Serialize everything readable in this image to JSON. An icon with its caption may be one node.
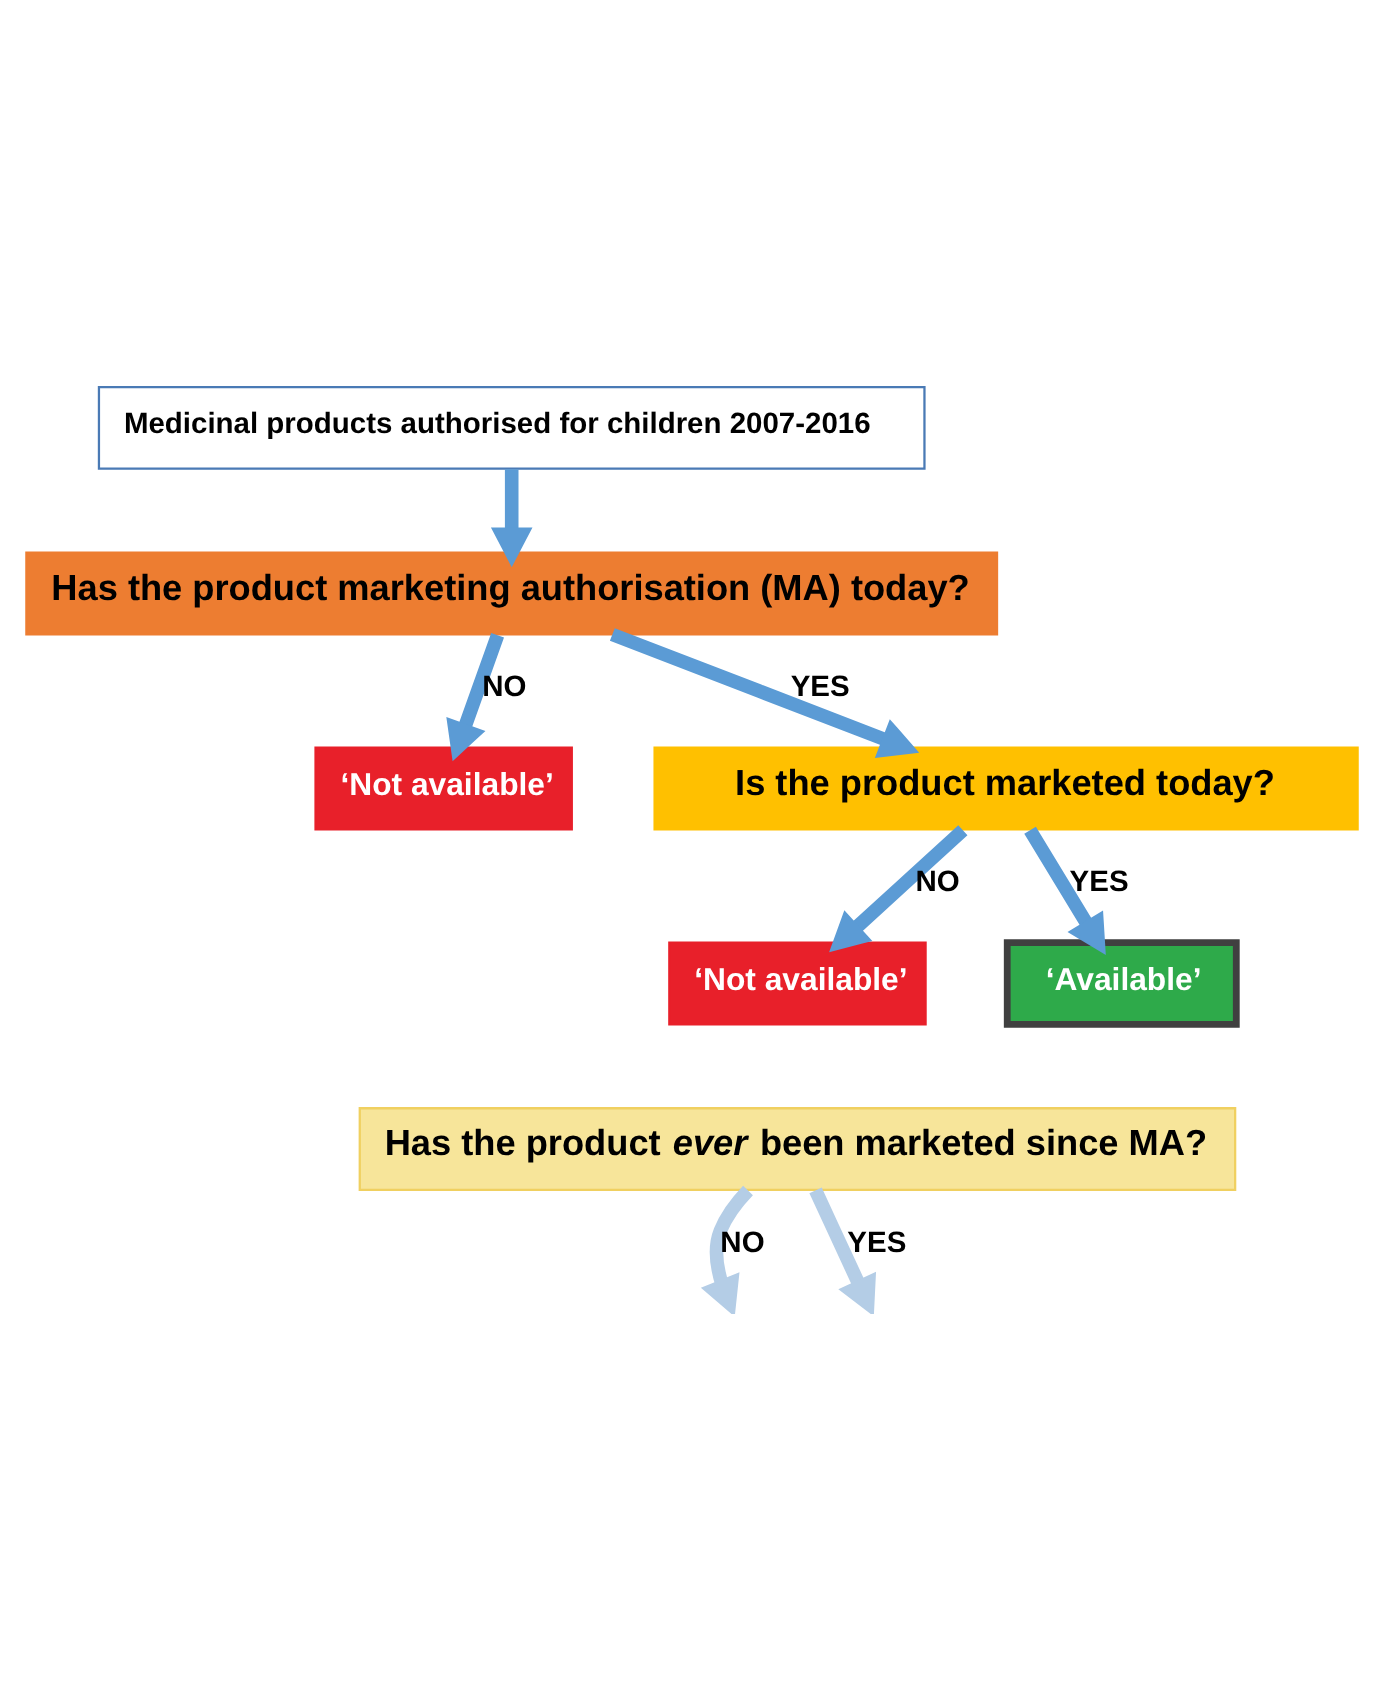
{
  "diagram": {
    "nodes": [
      {
        "text": [
          "Medicinal products authorised for children 2007-2016"
        ]
      },
      {
        "text": [
          "Has the product marketing authorisation (MA) today?"
        ]
      },
      {
        "text": [
          "‘Not available’"
        ]
      },
      {
        "text": [
          "Is the product marketed today?"
        ]
      },
      {
        "text": [
          "‘Not available’"
        ]
      },
      {
        "text": [
          "‘Available’"
        ]
      },
      {
        "text": [
          "Has the product *ever* been marketed since MA?"
        ]
      }
    ],
    "edges": [
      {
        "from": 0,
        "to": 1,
        "arrow": "to"
      },
      {
        "from": 1,
        "to": 2,
        "arrow": "to",
        "label": "NO"
      },
      {
        "from": 1,
        "to": 3,
        "arrow": "to",
        "label": "YES"
      },
      {
        "from": 3,
        "to": 4,
        "arrow": "to",
        "label": "NO"
      },
      {
        "from": 3,
        "to": 5,
        "arrow": "to",
        "label": "YES"
      },
      {
        "from": 6,
        "to": null,
        "arrow": "to",
        "label": "NO",
        "color": "#b4cde6"
      },
      {
        "from": 6,
        "to": null,
        "arrow": "to",
        "label": "YES",
        "color": "#b4cde6"
      }
    ]
  }
}
